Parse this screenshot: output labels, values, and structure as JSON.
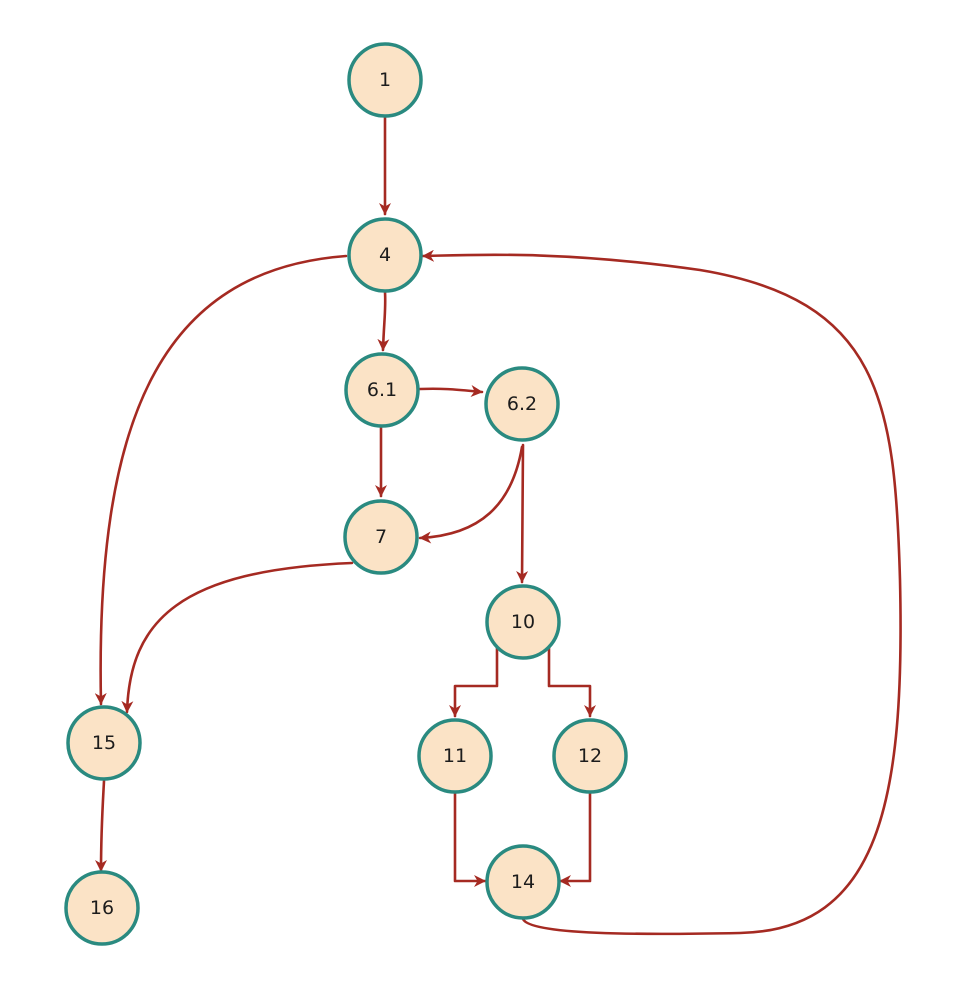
{
  "diagram": {
    "type": "flow-graph",
    "colors": {
      "node_fill": "#fbe3c6",
      "node_stroke": "#2a8a80",
      "edge": "#a52a22",
      "label": "#1c1c1c"
    },
    "nodes": [
      {
        "id": "n1",
        "label": "1"
      },
      {
        "id": "n4",
        "label": "4"
      },
      {
        "id": "n61",
        "label": "6.1"
      },
      {
        "id": "n62",
        "label": "6.2"
      },
      {
        "id": "n7",
        "label": "7"
      },
      {
        "id": "n10",
        "label": "10"
      },
      {
        "id": "n11",
        "label": "11"
      },
      {
        "id": "n12",
        "label": "12"
      },
      {
        "id": "n14",
        "label": "14"
      },
      {
        "id": "n15",
        "label": "15"
      },
      {
        "id": "n16",
        "label": "16"
      }
    ],
    "edges": [
      {
        "from": "1",
        "to": "4"
      },
      {
        "from": "4",
        "to": "6.1"
      },
      {
        "from": "4",
        "to": "15"
      },
      {
        "from": "6.1",
        "to": "6.2"
      },
      {
        "from": "6.1",
        "to": "7"
      },
      {
        "from": "6.2",
        "to": "7"
      },
      {
        "from": "6.2",
        "to": "10"
      },
      {
        "from": "7",
        "to": "15"
      },
      {
        "from": "10",
        "to": "11"
      },
      {
        "from": "10",
        "to": "12"
      },
      {
        "from": "11",
        "to": "14"
      },
      {
        "from": "12",
        "to": "14"
      },
      {
        "from": "14",
        "to": "4"
      },
      {
        "from": "15",
        "to": "16"
      }
    ]
  }
}
